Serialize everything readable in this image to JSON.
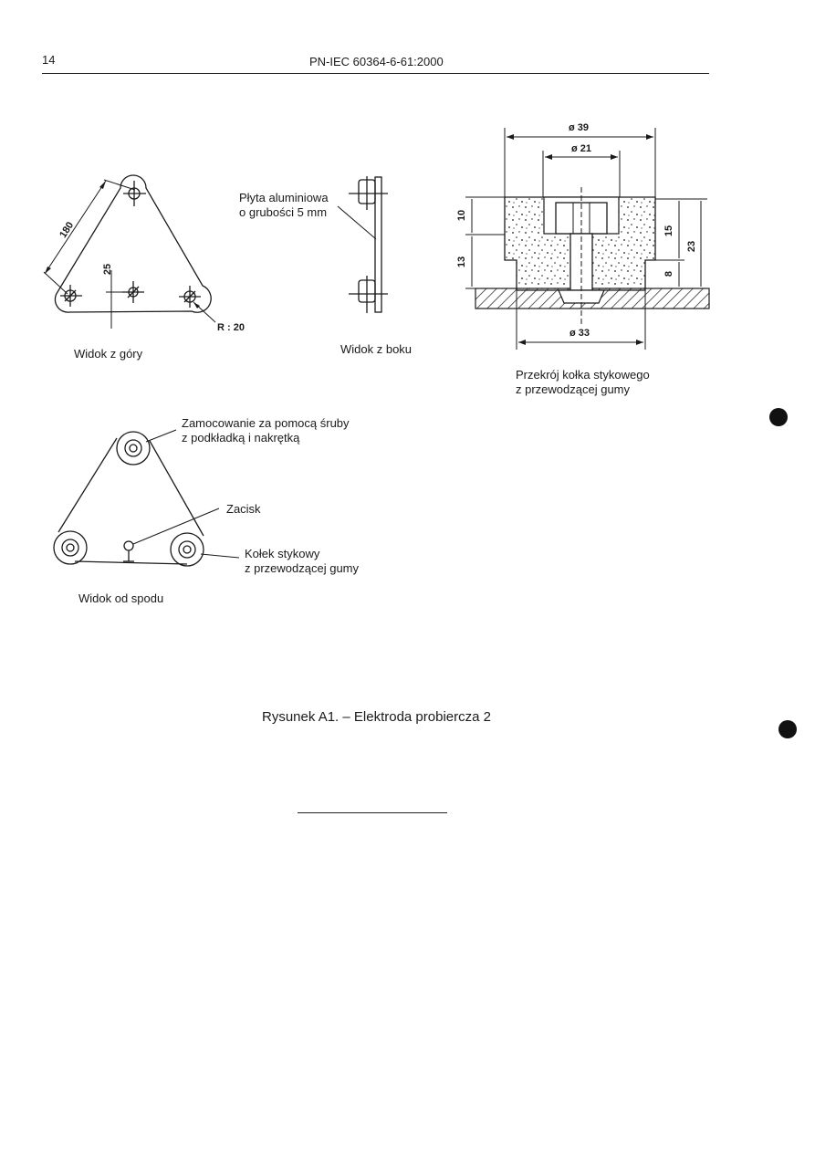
{
  "header": {
    "page_number": "14",
    "standard": "PN-IEC 60364-6-61:2000"
  },
  "top_view": {
    "caption": "Widok z góry",
    "dim_side": "180",
    "dim_offset": "25",
    "dim_radius": "R : 20"
  },
  "side_view": {
    "plate_label_line1": "Płyta aluminiowa",
    "plate_label_line2": "o grubości 5 mm",
    "caption": "Widok z boku"
  },
  "section_view": {
    "dim_top_outer": "ø 39",
    "dim_top_inner": "ø 21",
    "dim_bottom": "ø 33",
    "dim_left_upper": "10",
    "dim_left_lower": "13",
    "dim_right_15": "15",
    "dim_right_23": "23",
    "dim_right_8": "8",
    "caption_line1": "Przekrój kołka stykowego",
    "caption_line2": "z przewodzącej gumy"
  },
  "bottom_view": {
    "label_mount_line1": "Zamocowanie za pomocą śruby",
    "label_mount_line2": "z podkładką i nakrętką",
    "label_clamp": "Zacisk",
    "label_pin_line1": "Kołek stykowy",
    "label_pin_line2": "z przewodzącej gumy",
    "caption": "Widok od spodu"
  },
  "figure_caption": "Rysunek A1. – Elektroda probiercza 2",
  "colors": {
    "ink": "#1a1a1a",
    "paper": "#ffffff"
  }
}
